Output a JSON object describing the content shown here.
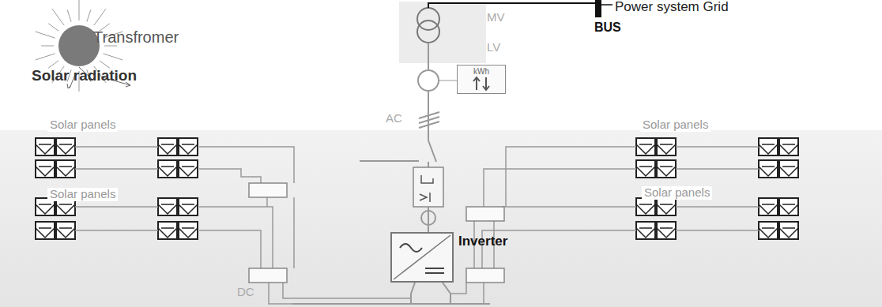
{
  "diagram": {
    "nodes": [
      {
        "text": [
          "kWh"
        ]
      },
      {
        "text": [
          "Inverter"
        ]
      }
    ],
    "labels": [
      "Power system Grid",
      "BUS",
      "Transfromer",
      "MV",
      "LV",
      "Solar radiation",
      "Solar panels",
      "Solar panels",
      "Solar panels",
      "Solar panels",
      "AC",
      "DC"
    ]
  }
}
